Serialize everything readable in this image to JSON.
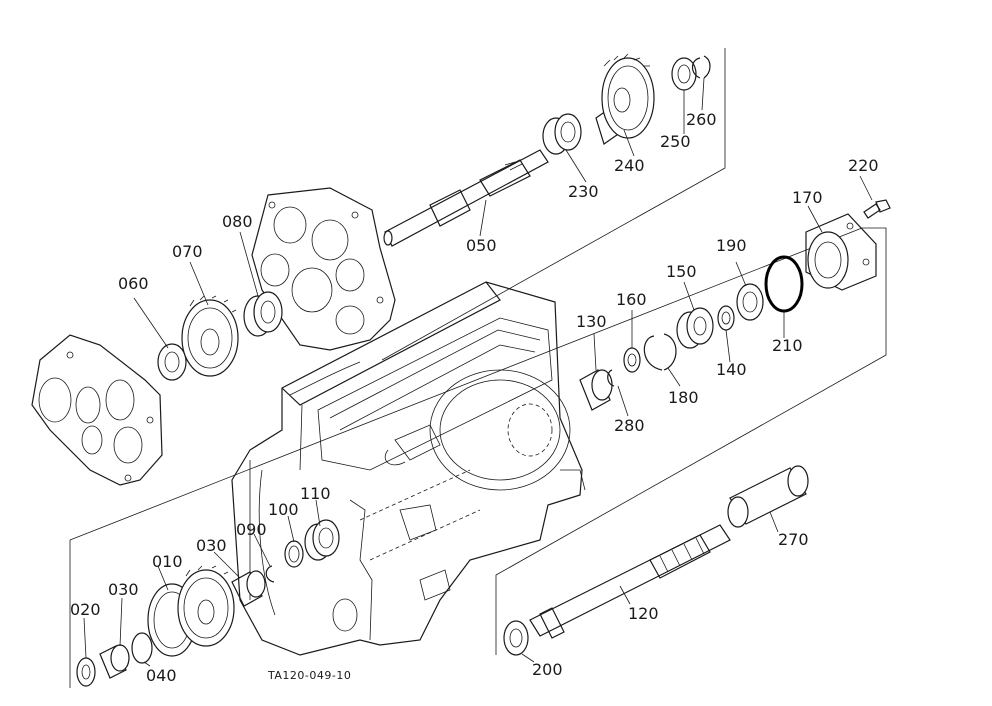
{
  "labels": {
    "p010": "010",
    "p020": "020",
    "p030a": "030",
    "p030b": "030",
    "p040": "040",
    "p050": "050",
    "p060": "060",
    "p070": "070",
    "p080": "080",
    "p090": "090",
    "p100": "100",
    "p110": "110",
    "p120": "120",
    "p130": "130",
    "p140": "140",
    "p150": "150",
    "p160": "160",
    "p170": "170",
    "p180": "180",
    "p190": "190",
    "p200": "200",
    "p210": "210",
    "p220": "220",
    "p230": "230",
    "p240": "240",
    "p250": "250",
    "p260": "260",
    "p270": "270",
    "p280": "280"
  },
  "drawing_code": "TA120-049-10",
  "colors": {
    "ink": "#1a1a1a",
    "paper": "#ffffff",
    "oring": "#000000"
  }
}
